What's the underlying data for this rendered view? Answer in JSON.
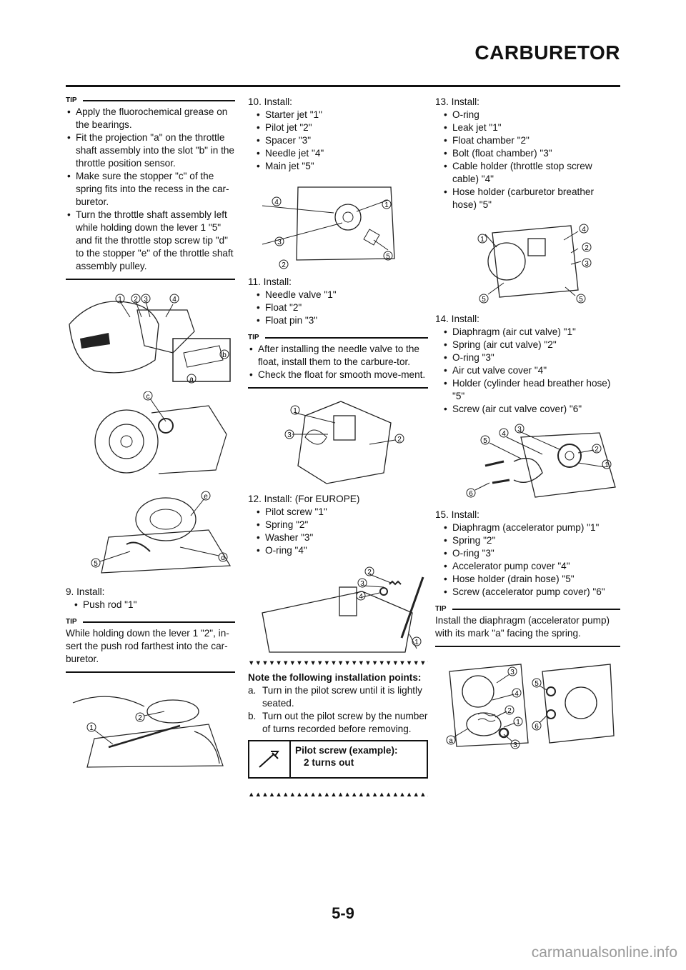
{
  "header": {
    "title": "CARBURETOR"
  },
  "col1": {
    "tip1": {
      "label": "TIP",
      "items": [
        "Apply the fluorochemical grease on the bearings.",
        "Fit the projection \"a\" on the throttle shaft assembly into the slot \"b\" in the throttle position sensor.",
        "Make sure the stopper \"c\" of the spring fits into the recess in the car-buretor.",
        "Turn the throttle shaft assembly left while holding down the lever 1 \"5\" and fit the throttle stop screw tip \"d\" to the stopper \"e\" of the throttle shaft assembly pulley."
      ]
    },
    "fig1_labels": [
      "1",
      "2",
      "3",
      "4",
      "b",
      "a"
    ],
    "fig2_labels": [
      "c"
    ],
    "fig3_labels": [
      "e",
      "5",
      "d"
    ],
    "step9": {
      "title": "9.  Install:",
      "items": [
        "Push rod \"1\""
      ]
    },
    "tip2": {
      "label": "TIP",
      "text": "While holding down the lever 1 \"2\", in-sert the push rod farthest into the car-buretor."
    },
    "fig4_labels": [
      "2",
      "1"
    ]
  },
  "col2": {
    "step10": {
      "title": "10. Install:",
      "items": [
        "Starter jet \"1\"",
        "Pilot jet \"2\"",
        "Spacer \"3\"",
        "Needle jet \"4\"",
        "Main jet \"5\""
      ]
    },
    "fig5_labels": [
      "4",
      "1",
      "3",
      "2",
      "5"
    ],
    "step11": {
      "title": "11. Install:",
      "items": [
        "Needle valve \"1\"",
        "Float \"2\"",
        "Float pin \"3\""
      ]
    },
    "tip3": {
      "label": "TIP",
      "items": [
        "After installing the needle valve to the float, install them to the carbure-tor.",
        "Check the float for smooth move-ment."
      ]
    },
    "fig6_labels": [
      "1",
      "3",
      "2"
    ],
    "step12": {
      "title": "12. Install: (For EUROPE)",
      "items": [
        "Pilot screw \"1\"",
        "Spring \"2\"",
        "Washer \"3\"",
        "O-ring \"4\""
      ]
    },
    "fig7_labels": [
      "2",
      "3",
      "4",
      "1"
    ],
    "tri_down": "▼▼▼▼▼▼▼▼▼▼▼▼▼▼▼▼▼▼▼▼▼▼▼▼▼▼▼",
    "notes_title": "Note the following installation points:",
    "alpha_items": [
      {
        "k": "a.",
        "t": "Turn in the pilot screw until it is lightly seated."
      },
      {
        "k": "b.",
        "t": "Turn out the pilot screw by the number of turns recorded before removing."
      }
    ],
    "spec": {
      "name": "Pilot screw (example):",
      "value": "2 turns out"
    },
    "tri_up": "▲▲▲▲▲▲▲▲▲▲▲▲▲▲▲▲▲▲▲▲▲▲▲▲▲▲▲"
  },
  "col3": {
    "step13": {
      "title": "13. Install:",
      "items": [
        "O-ring",
        "Leak jet \"1\"",
        "Float chamber \"2\"",
        "Bolt (float chamber) \"3\"",
        "Cable holder (throttle stop screw cable) \"4\"",
        "Hose holder (carburetor breather hose) \"5\""
      ]
    },
    "fig8_labels": [
      "4",
      "1",
      "2",
      "3",
      "5",
      "5"
    ],
    "step14": {
      "title": "14. Install:",
      "items": [
        "Diaphragm (air cut valve) \"1\"",
        "Spring (air cut valve) \"2\"",
        "O-ring \"3\"",
        "Air cut valve cover \"4\"",
        "Holder (cylinder head breather hose) \"5\"",
        "Screw (air cut valve cover) \"6\""
      ]
    },
    "fig9_labels": [
      "5",
      "4",
      "3",
      "2",
      "1",
      "6"
    ],
    "step15": {
      "title": "15. Install:",
      "items": [
        "Diaphragm (accelerator pump) \"1\"",
        "Spring \"2\"",
        "O-ring \"3\"",
        "Accelerator pump cover \"4\"",
        "Hose holder (drain hose) \"5\"",
        "Screw (accelerator pump cover) \"6\""
      ]
    },
    "tip4": {
      "label": "TIP",
      "text": "Install the diaphragm (accelerator pump) with its mark \"a\" facing the spring."
    },
    "fig10_labels": [
      "3",
      "4",
      "2",
      "1",
      "a",
      "3",
      "5",
      "6"
    ]
  },
  "footer": {
    "page_number": "5-9",
    "watermark": "carmanualsonline.info"
  }
}
